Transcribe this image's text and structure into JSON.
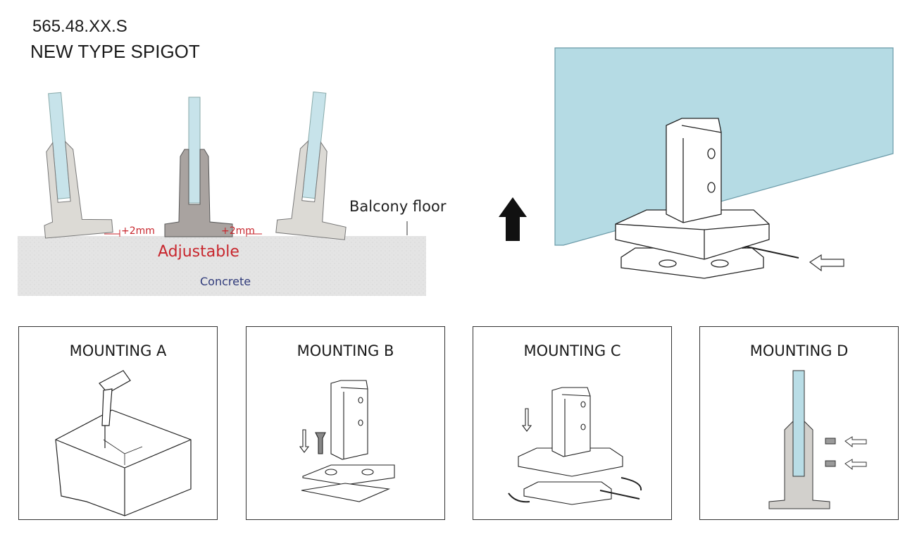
{
  "header": {
    "code": "565.48.XX.S",
    "title": "NEW TYPE SPIGOT"
  },
  "diagram": {
    "balcony_label": "Balcony floor",
    "adjust_label": "Adjustable",
    "concrete_label": "Concrete",
    "gap_left_label": "+2mm",
    "gap_right_label": "+2mm"
  },
  "panels": [
    {
      "title": "MOUNTING A"
    },
    {
      "title": "MOUNTING B"
    },
    {
      "title": "MOUNTING C"
    },
    {
      "title": "MOUNTING D"
    }
  ],
  "colors": {
    "glass": "#b9dde6",
    "spigot_light": "#dcdad5",
    "spigot_dark": "#a9a3a0",
    "concrete": "#e3e3e3",
    "accent_red": "#c8262d",
    "concrete_text": "#2f3a7a"
  }
}
